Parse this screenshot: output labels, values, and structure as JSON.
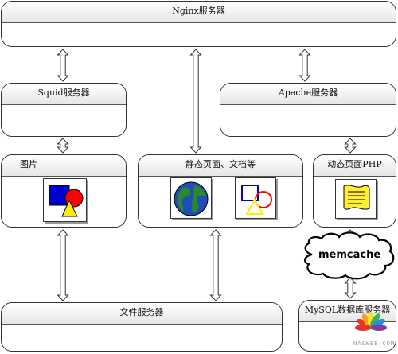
{
  "nodes": {
    "nginx": "Nginx服务器",
    "squid": "Squid服务器",
    "apache": "Apache服务器",
    "images": "图片",
    "static": "静态页面、文档等",
    "dynamic": "动态页面PHP",
    "memcache": "memcache",
    "mysql": "MySQL数据库服务器",
    "file": "文件服务器"
  },
  "watermark": "NASWEE.COM",
  "colors": {
    "border": "#333333",
    "header_gradient_top": "#ffffff",
    "header_gradient_bottom": "#e6e6e6",
    "shape_blue": "#0000cc",
    "shape_red": "#ff0000",
    "shape_yellow": "#ffee00",
    "globe_green": "#2a8a2a",
    "globe_blue": "#1f4fb4"
  }
}
